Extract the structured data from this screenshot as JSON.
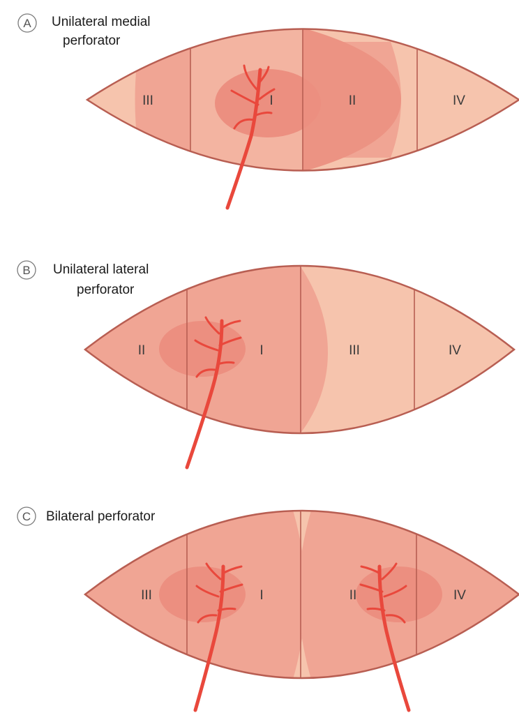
{
  "panels": [
    {
      "letter": "A",
      "title_lines": [
        "Unilateral medial",
        "perforator"
      ],
      "zones": [
        "III",
        "I",
        "II",
        "IV"
      ]
    },
    {
      "letter": "B",
      "title_lines": [
        "Unilateral lateral",
        "perforator"
      ],
      "zones": [
        "II",
        "I",
        "III",
        "IV"
      ]
    },
    {
      "letter": "C",
      "title_lines": [
        "Bilateral perforator"
      ],
      "zones": [
        "III",
        "I",
        "II",
        "IV"
      ]
    }
  ],
  "colors": {
    "flap_light": "#f6c4ad",
    "flap_mid": "#f0a594",
    "flap_dark": "#ec8f80",
    "outline": "#b85e52",
    "vessel": "#e9483c"
  }
}
